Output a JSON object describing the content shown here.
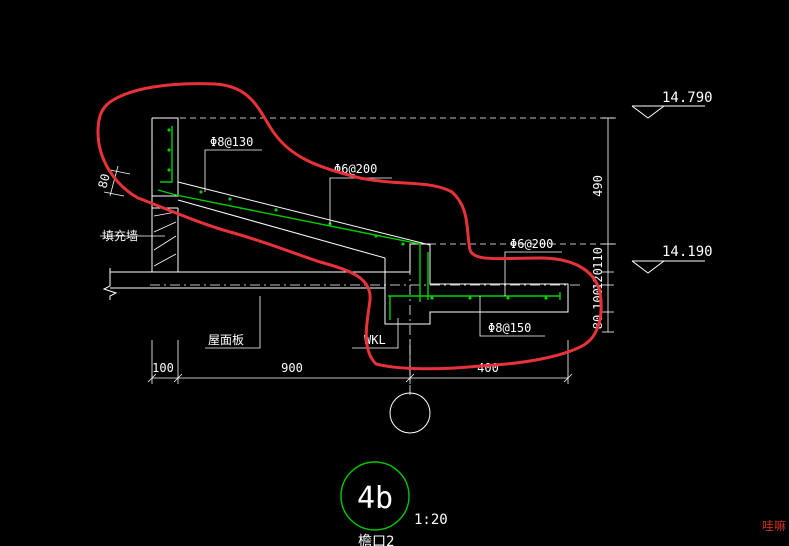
{
  "drawing": {
    "elevations": [
      "14.790",
      "14.190"
    ],
    "rebar_labels": [
      "Φ8@130",
      "Φ6@200",
      "Φ6@200",
      "Φ8@150"
    ],
    "labels": {
      "infill_wall": "填充墙",
      "roof_slab": "屋面板",
      "beam": "WKL"
    },
    "dim_vertical": [
      "80",
      "490",
      "110",
      "120",
      "100",
      "80"
    ],
    "dim_horizontal": [
      "100",
      "900",
      "400"
    ],
    "detail": {
      "number": "4b",
      "scale": "1:20",
      "caption": "檐口2"
    },
    "watermark": "哇嘛"
  },
  "colors": {
    "background": "#000000",
    "lines": "#ffffff",
    "rebar": "#00d000",
    "markup": "#e8323a",
    "detail_circle": "#00c800"
  }
}
